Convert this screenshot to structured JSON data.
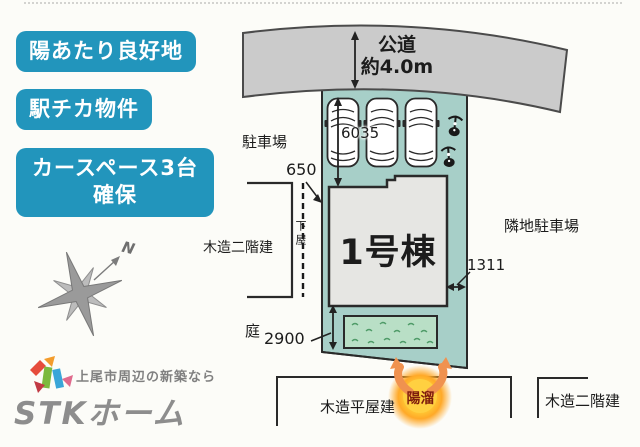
{
  "badges": {
    "accent_color": "#2295bc",
    "items": [
      {
        "label": "陽あたり良好地"
      },
      {
        "label": "駅チカ物件"
      },
      {
        "label": "カースペース3台\n確保"
      }
    ]
  },
  "compass": {
    "north_label": "N"
  },
  "logo": {
    "tagline": "上尾市周辺の新築なら",
    "name": "STKホーム"
  },
  "plan": {
    "colors": {
      "site_fill": "#a7cfc8",
      "road_fill": "#cbcbcb",
      "building_fill": "#e6e6e3",
      "terrace_fill": "#b9dfc6",
      "sun_orange": "#f0924f",
      "sun_yellow": "#ffd93b"
    },
    "road": {
      "name": "公道",
      "width": "約4.0m"
    },
    "building": {
      "name": "1号棟"
    },
    "dimensions": {
      "parking_depth": "6035",
      "west_offset": "650",
      "east_offset": "1311",
      "garden_depth": "2900"
    },
    "areas": {
      "parking_west": "駐車場",
      "garden": "庭",
      "lean_to": "下屋",
      "sun_spot": "陽溜"
    },
    "neighbors": {
      "west": "木造二階建",
      "east": "隣地駐車場",
      "south": "木造平屋建",
      "southeast": "木造二階建"
    }
  }
}
